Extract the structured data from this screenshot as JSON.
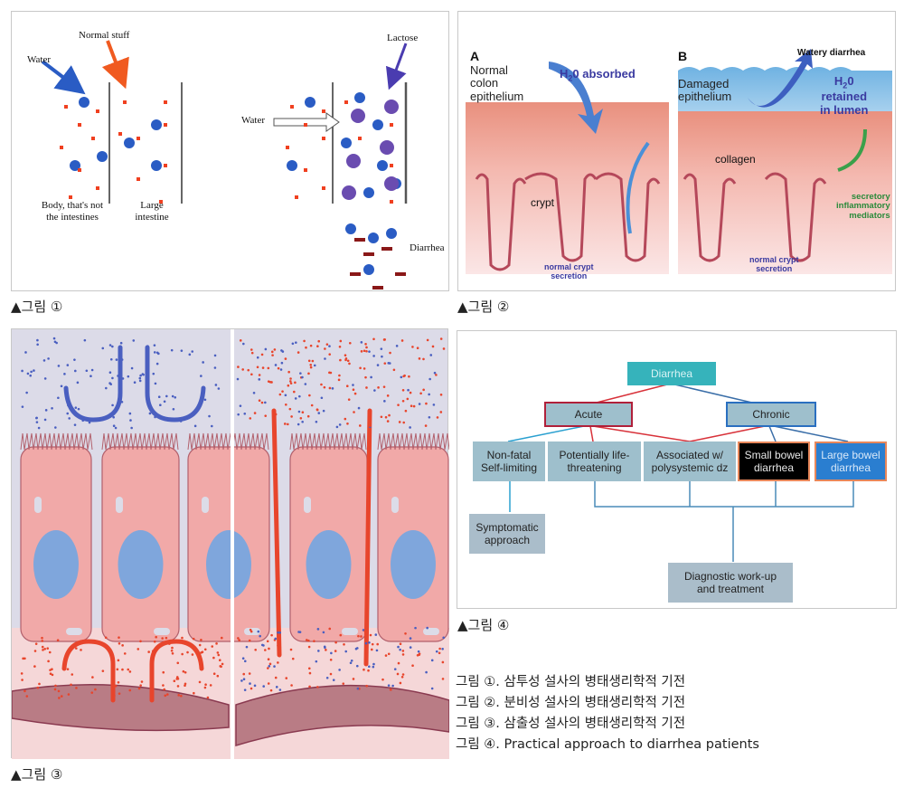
{
  "figures": {
    "fig1": {
      "caption": "▲그림 ①",
      "labels": {
        "water_left": "Water",
        "normal_stuff": "Normal stuff",
        "body": "Body, that's not the intestines",
        "body_l1": "Body, that's not",
        "body_l2": "the intestines",
        "large_l1": "Large",
        "large_l2": "intestine",
        "lactose": "Lactose",
        "water_right": "Water",
        "diarrhea": "Diarrhea"
      },
      "colors": {
        "water": "#2a5cc4",
        "normal": "#f04020",
        "lactose": "#6a4cb0",
        "waste": "#8a1818"
      }
    },
    "fig2": {
      "caption": "▲그림 ②",
      "panel_a": {
        "letter": "A",
        "normal_l1": "Normal",
        "normal_l2": "colon",
        "normal_l3": "epithelium",
        "h2o": "H",
        "h2o_sub": "2",
        "h2o_rest": "0 absorbed",
        "crypt": "crypt",
        "secretion_l1": "normal crypt",
        "secretion_l2": "secretion"
      },
      "panel_b": {
        "letter": "B",
        "watery": "Watery diarrhea",
        "damaged_l1": "Damaged",
        "damaged_l2": "epithelium",
        "h2o_l1": "H",
        "h2o_sub": "2",
        "h2o_l1b": "0",
        "h2o_l2": "retained",
        "h2o_l3": "in lumen",
        "collagen": "collagen",
        "mediators_l1": "secretory",
        "mediators_l2": "inflammatory",
        "mediators_l3": "mediators",
        "secretion_l1": "normal crypt",
        "secretion_l2": "secretion"
      }
    },
    "fig3": {
      "caption": "▲그림 ③"
    },
    "fig4": {
      "caption": "▲그림 ④",
      "nodes": {
        "root": "Diarrhea",
        "acute": "Acute",
        "chronic": "Chronic",
        "nonfatal_l1": "Non-fatal",
        "nonfatal_l2": "Self-limiting",
        "life_l1": "Potentially life-",
        "life_l2": "threatening",
        "assoc_l1": "Associated w/",
        "assoc_l2": "polysystemic dz",
        "small_l1": "Small bowel",
        "small_l2": "diarrhea",
        "large_l1": "Large bowel",
        "large_l2": "diarrhea",
        "symp_l1": "Symptomatic",
        "symp_l2": "approach",
        "diag_l1": "Diagnostic work-up",
        "diag_l2": "and treatment"
      },
      "colors": {
        "root": "#36b3bb",
        "node": "#9ebfcc",
        "acute_border": "#b0203a",
        "chronic_border": "#2a6fc0",
        "small_bg": "#000000",
        "large_bg": "#2a7ed0",
        "accent_border": "#e8875a",
        "red_line": "#d8323a",
        "blue_line": "#3a6ea8",
        "cyan_line": "#2aa0d0"
      }
    }
  },
  "legend": [
    "그림 ①. 삼투성 설사의 병태생리학적 기전",
    "그림 ②. 분비성 설사의 병태생리학적 기전",
    "그림 ③. 삼출성 설사의 병태생리학적 기전",
    "그림 ④. Practical approach to diarrhea patients"
  ]
}
